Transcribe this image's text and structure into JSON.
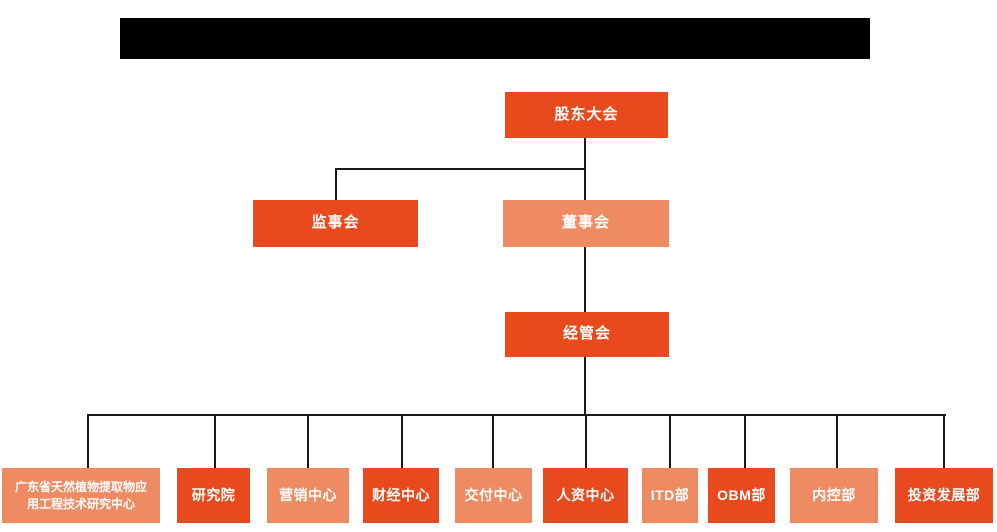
{
  "colors": {
    "primary": "#e84a1d",
    "secondary": "#ef8b63",
    "line": "#1a1a1a",
    "text": "#ffffff"
  },
  "org_chart": {
    "root": {
      "label": "股东大会",
      "variant": "primary"
    },
    "level2": [
      {
        "label": "监事会",
        "variant": "primary"
      },
      {
        "label": "董事会",
        "variant": "secondary"
      }
    ],
    "level3": {
      "label": "经管会",
      "variant": "primary"
    },
    "departments": [
      {
        "label": "广东省天然植物提取物应用工程技术研究中心",
        "variant": "secondary"
      },
      {
        "label": "研究院",
        "variant": "primary"
      },
      {
        "label": "营销中心",
        "variant": "secondary"
      },
      {
        "label": "财经中心",
        "variant": "primary"
      },
      {
        "label": "交付中心",
        "variant": "secondary"
      },
      {
        "label": "人资中心",
        "variant": "primary"
      },
      {
        "label": "ITD部",
        "variant": "secondary"
      },
      {
        "label": "OBM部",
        "variant": "primary"
      },
      {
        "label": "内控部",
        "variant": "secondary"
      },
      {
        "label": "投资发展部",
        "variant": "primary"
      }
    ]
  }
}
